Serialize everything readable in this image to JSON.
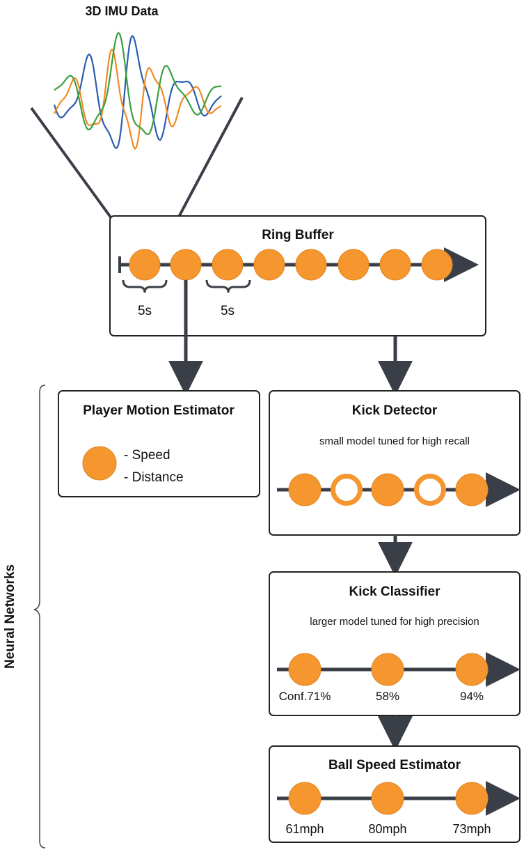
{
  "colors": {
    "node": "#F5962F",
    "node_stroke": "#E08420",
    "line": "#3a3f47",
    "signal_blue": "#2a5db0",
    "signal_orange": "#F08A24",
    "signal_green": "#3aa040"
  },
  "imu": {
    "title": "3D IMU Data"
  },
  "ring_buffer": {
    "title": "Ring Buffer",
    "window_left": "5s",
    "window_right": "5s"
  },
  "side_label": "Neural Networks",
  "player_motion": {
    "title": "Player Motion Estimator",
    "item1": "- Speed",
    "item2": "- Distance"
  },
  "kick_detector": {
    "title": "Kick Detector",
    "subtitle": "small model tuned for high recall"
  },
  "kick_classifier": {
    "title": "Kick Classifier",
    "subtitle": "larger model tuned for high precision",
    "values": [
      "Conf.71%",
      "58%",
      "94%"
    ]
  },
  "ball_speed": {
    "title": "Ball Speed Estimator",
    "values": [
      "61mph",
      "80mph",
      "73mph"
    ]
  }
}
